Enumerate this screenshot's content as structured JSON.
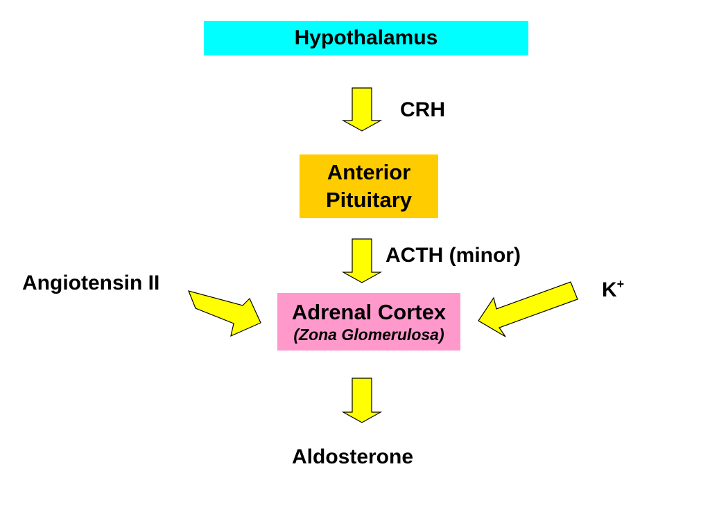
{
  "nodes": {
    "hypothalamus": {
      "label": "Hypothalamus",
      "color": "#00ffff"
    },
    "pituitary": {
      "line1": "Anterior",
      "line2": "Pituitary",
      "color": "#ffcc00"
    },
    "adrenal": {
      "label": "Adrenal Cortex",
      "sublabel": "(Zona Glomerulosa)",
      "color": "#ff99cc"
    },
    "aldosterone": {
      "label": "Aldosterone"
    }
  },
  "edges": {
    "crh": {
      "label": "CRH"
    },
    "acth": {
      "label": "ACTH (minor)"
    },
    "angiotensin": {
      "label": "Angiotensin II"
    },
    "potassium": {
      "label": "K",
      "superscript": "+"
    }
  },
  "colors": {
    "arrow_fill": "#ffff00",
    "arrow_stroke": "#000000",
    "background": "#ffffff"
  }
}
